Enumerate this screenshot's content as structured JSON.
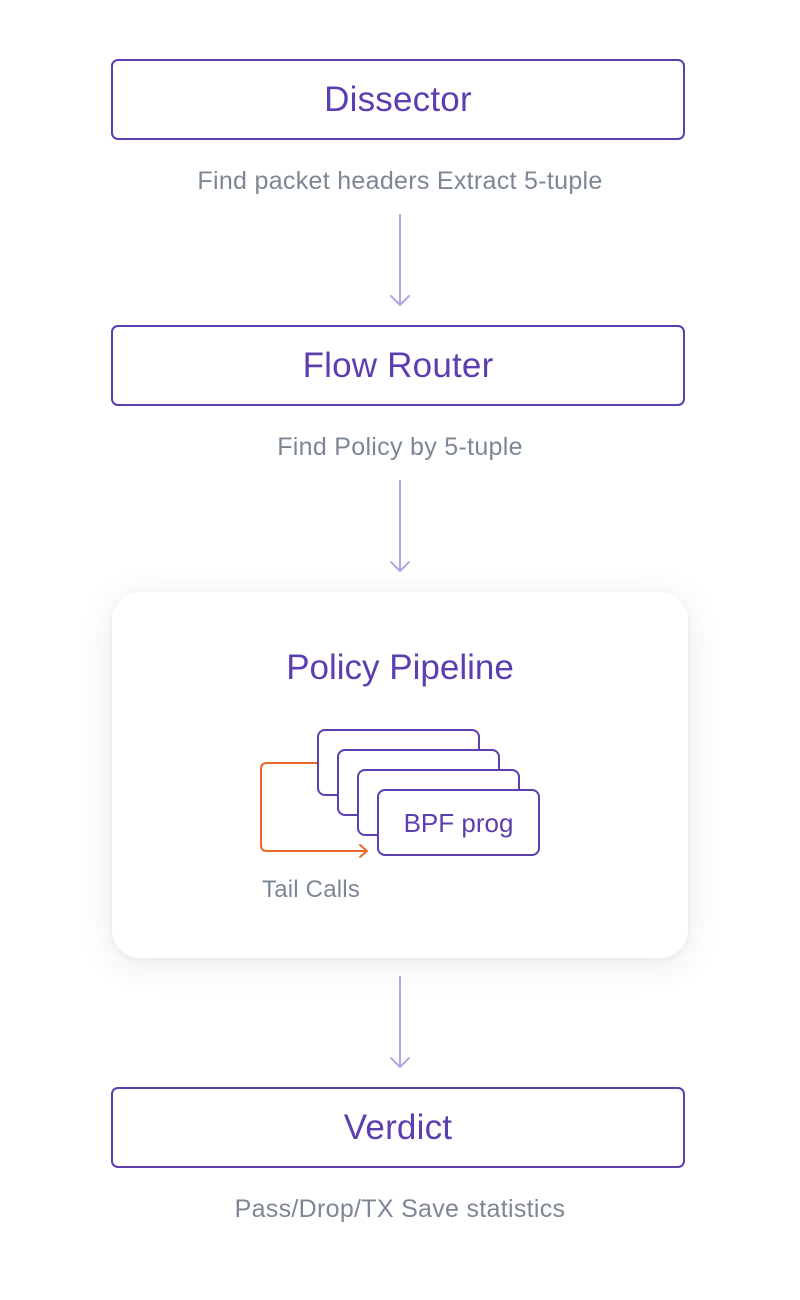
{
  "stages": {
    "dissector": {
      "title": "Dissector",
      "caption": "Find packet headers Extract 5-tuple"
    },
    "flow_router": {
      "title": "Flow Router",
      "caption": "Find Policy by 5-tuple"
    },
    "policy_pipeline": {
      "title": "Policy Pipeline",
      "program_label": "BPF prog",
      "loop_label": "Tail Calls"
    },
    "verdict": {
      "title": "Verdict",
      "caption": "Pass/Drop/TX Save statistics"
    }
  },
  "colors": {
    "accent": "#5b3fb0",
    "arrow": "#b3a6e0",
    "caption": "#7d8794",
    "tail_call": "#e8692a"
  }
}
